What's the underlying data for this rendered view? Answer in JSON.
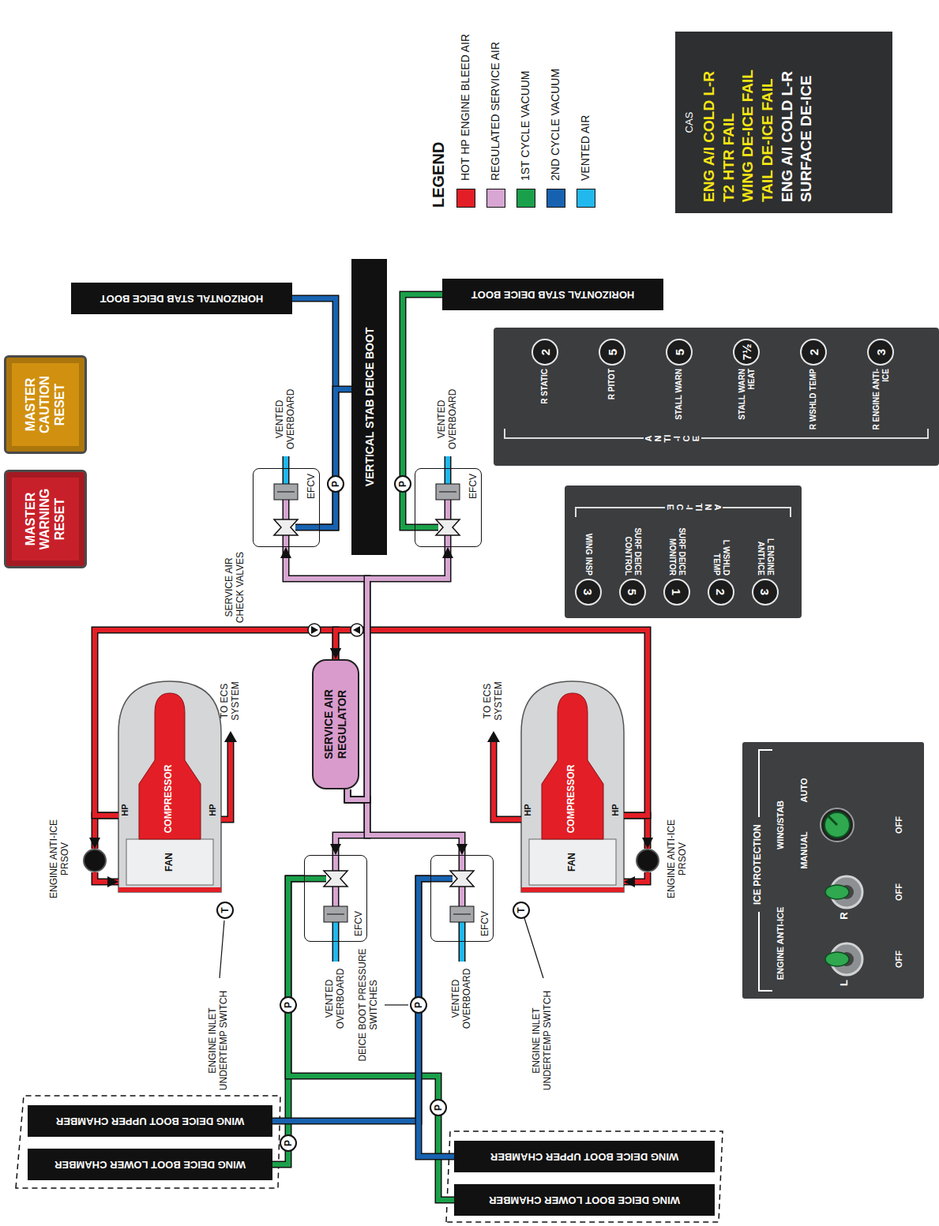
{
  "diagram": {
    "nodes": [
      {
        "text": [
          "MASTER WARNING RESET"
        ]
      },
      {
        "text": [
          "MASTER CAUTION RESET"
        ]
      },
      {
        "text": [
          "FAN",
          "COMPRESSOR",
          "HP",
          "HP"
        ]
      },
      {
        "text": [
          "FAN",
          "COMPRESSOR",
          "HP",
          "HP"
        ]
      },
      {
        "text": [
          "ENGINE ANTI-ICE PRSOV"
        ]
      },
      {
        "text": [
          "T"
        ]
      },
      {
        "text": [
          "ENGINE ANTI-ICE PRSOV"
        ]
      },
      {
        "text": [
          "T"
        ]
      },
      {
        "text": [
          "SERVICE AIR REGULATOR"
        ]
      },
      {
        "text": [
          "EFCV"
        ]
      },
      {
        "text": [
          "EFCV"
        ]
      },
      {
        "text": [
          "EFCV"
        ]
      },
      {
        "text": [
          "EFCV"
        ]
      },
      {
        "text": [
          "VERTICAL STAB DEICE BOOT"
        ]
      },
      {
        "text": [
          "HORIZONTAL STAB DEICE BOOT"
        ]
      },
      {
        "text": [
          "HORIZONTAL STAB DEICE BOOT"
        ]
      },
      {
        "text": [
          "WING DEICE BOOT UPPER CHAMBER"
        ]
      },
      {
        "text": [
          "WING DEICE BOOT LOWER CHAMBER"
        ]
      },
      {
        "text": [
          "WING DEICE BOOT UPPER CHAMBER"
        ]
      },
      {
        "text": [
          "WING DEICE BOOT LOWER CHAMBER"
        ]
      },
      {
        "text": [
          "P"
        ]
      },
      {
        "text": [
          "P"
        ]
      },
      {
        "text": [
          "P"
        ]
      },
      {
        "text": [
          "P"
        ]
      },
      {
        "text": [
          "P"
        ]
      },
      {
        "text": [
          "P"
        ]
      },
      {
        "text": [
          "CAS",
          "ENG A/I COLD L-R",
          "T2 HTR FAIL",
          "WING DE-ICE FAIL",
          "TAIL DE-ICE FAIL",
          "ENG A/I COLD L-R",
          "SURFACE DE-ICE"
        ]
      },
      {
        "text": [
          "ANTI-ICE"
        ]
      },
      {
        "text": [
          "WING INSP",
          "3"
        ],
        "in": 27
      },
      {
        "text": [
          "SURF DEICE CONTROL",
          "5"
        ],
        "in": 27
      },
      {
        "text": [
          "SURF DEICE MONITOR",
          "1"
        ],
        "in": 27
      },
      {
        "text": [
          "L WSHLD TEMP",
          "2"
        ],
        "in": 27
      },
      {
        "text": [
          "L ENGINE ANTI-ICE",
          "3"
        ],
        "in": 27
      },
      {
        "text": [
          "ANTI-ICE"
        ]
      },
      {
        "text": [
          "R STATIC",
          "2"
        ],
        "in": 33
      },
      {
        "text": [
          "R PITOT",
          "5"
        ],
        "in": 33
      },
      {
        "text": [
          "STALL WARN",
          "5"
        ],
        "in": 33
      },
      {
        "text": [
          "STALL WARN HEAT",
          "7½"
        ],
        "in": 33
      },
      {
        "text": [
          "R WSHLD TEMP",
          "2"
        ],
        "in": 33
      },
      {
        "text": [
          "R ENGINE ANTI-ICE",
          "3"
        ],
        "in": 33
      },
      {
        "text": [
          "ICE PROTECTION",
          "ENGINE ANTI-ICE",
          "WING/STAB",
          "L",
          "R",
          "MANUAL",
          "AUTO",
          "OFF",
          "OFF",
          "OFF"
        ]
      }
    ],
    "edges": [
      {
        "from": 2,
        "to": 4,
        "arrow": "to"
      },
      {
        "from": 4,
        "to": 2,
        "arrow": "to"
      },
      {
        "from": 2,
        "to": 8,
        "arrow": "to"
      },
      {
        "from": 3,
        "to": 6,
        "arrow": "to"
      },
      {
        "from": 6,
        "to": 3,
        "arrow": "to"
      },
      {
        "from": 3,
        "to": 8,
        "arrow": "to"
      },
      {
        "from": 8,
        "to": 9,
        "arrow": "to"
      },
      {
        "from": 8,
        "to": 10,
        "arrow": "to"
      },
      {
        "from": 8,
        "to": 11,
        "arrow": "to"
      },
      {
        "from": 8,
        "to": 12,
        "arrow": "to"
      },
      {
        "from": 9,
        "to": 17,
        "arrow": "none"
      },
      {
        "from": 9,
        "to": 19,
        "arrow": "none"
      },
      {
        "from": 10,
        "to": 16,
        "arrow": "none"
      },
      {
        "from": 10,
        "to": 18,
        "arrow": "none"
      },
      {
        "from": 11,
        "to": 14,
        "arrow": "none"
      },
      {
        "from": 11,
        "to": 13,
        "arrow": "none"
      },
      {
        "from": 12,
        "to": 15,
        "arrow": "none"
      }
    ],
    "labels": [
      "SERVICE AIR CHECK VALVES",
      "TO ECS SYSTEM",
      "TO ECS SYSTEM",
      "ENGINE INLET UNDERTEMP SWITCH",
      "ENGINE INLET UNDERTEMP SWITCH",
      "VENTED OVERBOARD",
      "VENTED OVERBOARD",
      "VENTED OVERBOARD",
      "VENTED OVERBOARD",
      "DEICE BOOT PRESSURE SWITCHES",
      "LEGEND"
    ],
    "legend": [
      {
        "text": "HOT HP ENGINE BLEED AIR",
        "color": "#e31e26"
      },
      {
        "text": "REGULATED SERVICE AIR",
        "color": "#d7a6d2"
      },
      {
        "text": "1ST CYCLE VACUUM",
        "color": "#1aa04a"
      },
      {
        "text": "2ND CYCLE VACUUM",
        "color": "#1762b0"
      },
      {
        "text": "VENTED AIR",
        "color": "#21b8ee"
      }
    ]
  }
}
